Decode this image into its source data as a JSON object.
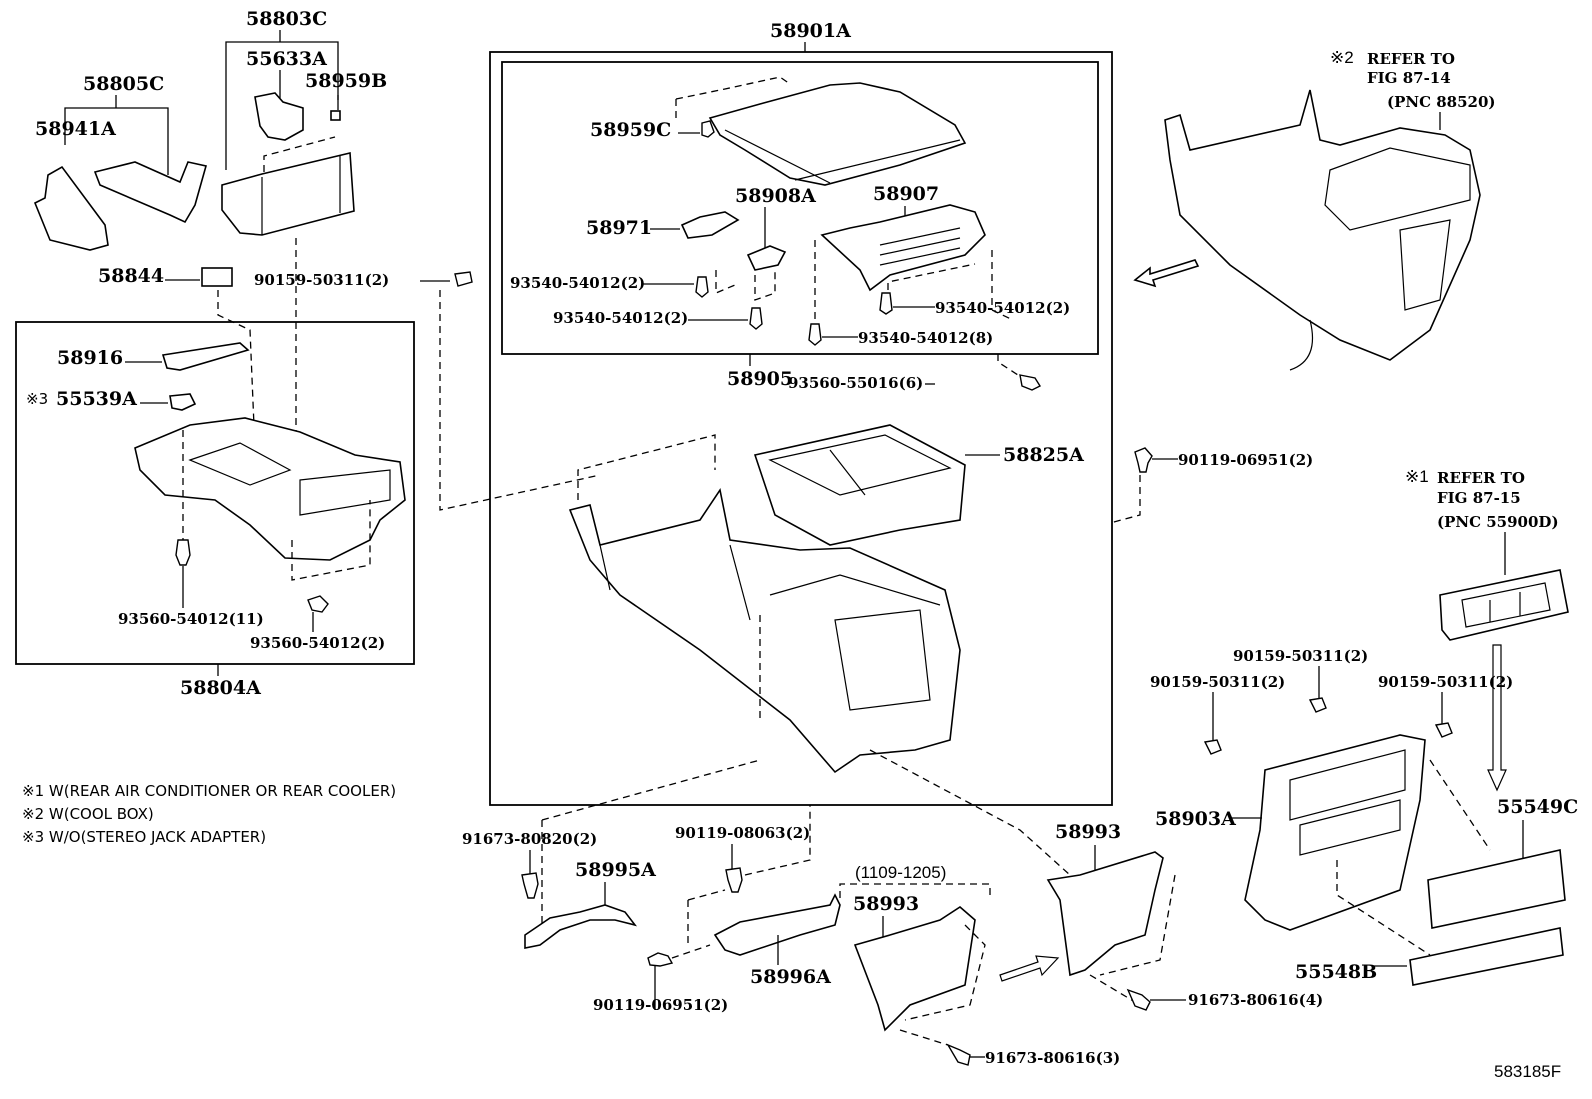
{
  "diagram": {
    "title": "Center console box parts diagram",
    "figure_code": "583185F",
    "notes": [
      "※1 W(REAR AIR CONDITIONER OR REAR COOLER)",
      "※2 W(COOL BOX)",
      "※3 W/O(STEREO JACK ADAPTER)"
    ],
    "refs": {
      "ref2": {
        "mark": "※2",
        "line1": "REFER TO",
        "line2": "FIG 87-14",
        "line3": "(PNC 88520)"
      },
      "ref1": {
        "mark": "※1",
        "line1": "REFER TO",
        "line2": "FIG 87-15",
        "line3": "(PNC 55900D)"
      }
    },
    "date_range": "(1109-1205)",
    "labels": {
      "p58803C": "58803C",
      "p55633A": "55633A",
      "p58959B": "58959B",
      "p58805C": "58805C",
      "p58941A": "58941A",
      "p58844": "58844",
      "p90159_a": "90159-50311(2)",
      "p58916": "58916",
      "p55539A_mark": "※3",
      "p55539A": "55539A",
      "p93560_11": "93560-54012(11)",
      "p93560_2": "93560-54012(2)",
      "p58804A": "58804A",
      "p58901A": "58901A",
      "p58959C": "58959C",
      "p58908A": "58908A",
      "p58907": "58907",
      "p58971": "58971",
      "p93540_a": "93540-54012(2)",
      "p93540_b": "93540-54012(2)",
      "p93540_c": "93540-54012(2)",
      "p93540_8": "93540-54012(8)",
      "p58905": "58905",
      "p93560_55016": "93560-55016(6)",
      "p58825A": "58825A",
      "p90119_06951_a": "90119-06951(2)",
      "p90159_b": "90159-50311(2)",
      "p90159_c": "90159-50311(2)",
      "p90159_d": "90159-50311(2)",
      "p58903A": "58903A",
      "p55549C": "55549C",
      "p55548B": "55548B",
      "p91673_80820": "91673-80820(2)",
      "p58995A": "58995A",
      "p90119_08063": "90119-08063(2)",
      "p58996A": "58996A",
      "p90119_06951_b": "90119-06951(2)",
      "p58993_a": "58993",
      "p58993_b": "58993",
      "p91673_80616_4": "91673-80616(4)",
      "p91673_80616_3": "91673-80616(3)"
    }
  }
}
